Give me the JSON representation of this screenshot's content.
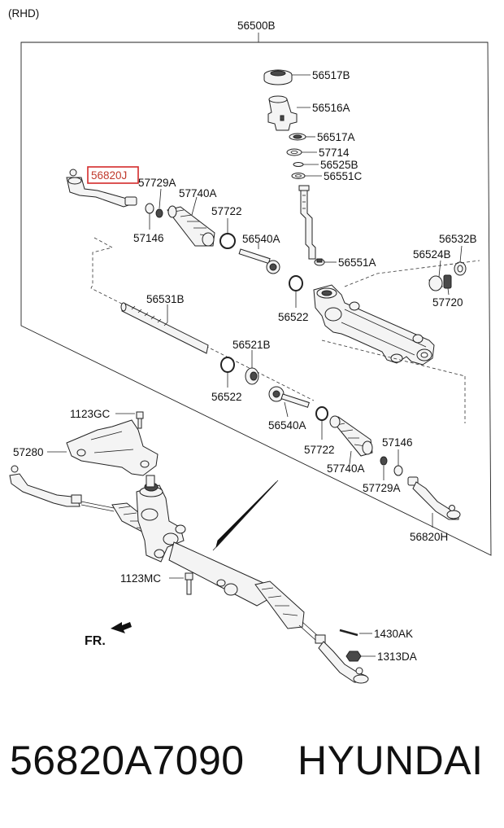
{
  "variant": "(RHD)",
  "assembly": "56500B",
  "labels": {
    "l56517B": "56517B",
    "l56516A": "56516A",
    "l56517A": "56517A",
    "l57714": "57714",
    "l56525B": "56525B",
    "l56551C": "56551C",
    "l56820J": "56820J",
    "l57729A_top": "57729A",
    "l57740A_top": "57740A",
    "l57722_top": "57722",
    "l57146_top": "57146",
    "l56540A_top": "56540A",
    "l56551A": "56551A",
    "l56532B": "56532B",
    "l56524B": "56524B",
    "l57720": "57720",
    "l56531B": "56531B",
    "l56522_top": "56522",
    "l56521B": "56521B",
    "l56522_mid": "56522",
    "l56540A_mid": "56540A",
    "l57722_mid": "57722",
    "l57146_mid": "57146",
    "l57740A_mid": "57740A",
    "l57729A_mid": "57729A",
    "l56820H": "56820H",
    "l1123GC": "1123GC",
    "l57280": "57280",
    "l1123MC": "1123MC",
    "l1430AK": "1430AK",
    "l1313DA": "1313DA",
    "fr": "FR."
  },
  "highlight_color": "#d42a2a",
  "footer": {
    "part_number": "56820A7090",
    "brand": "HYUNDAI"
  }
}
